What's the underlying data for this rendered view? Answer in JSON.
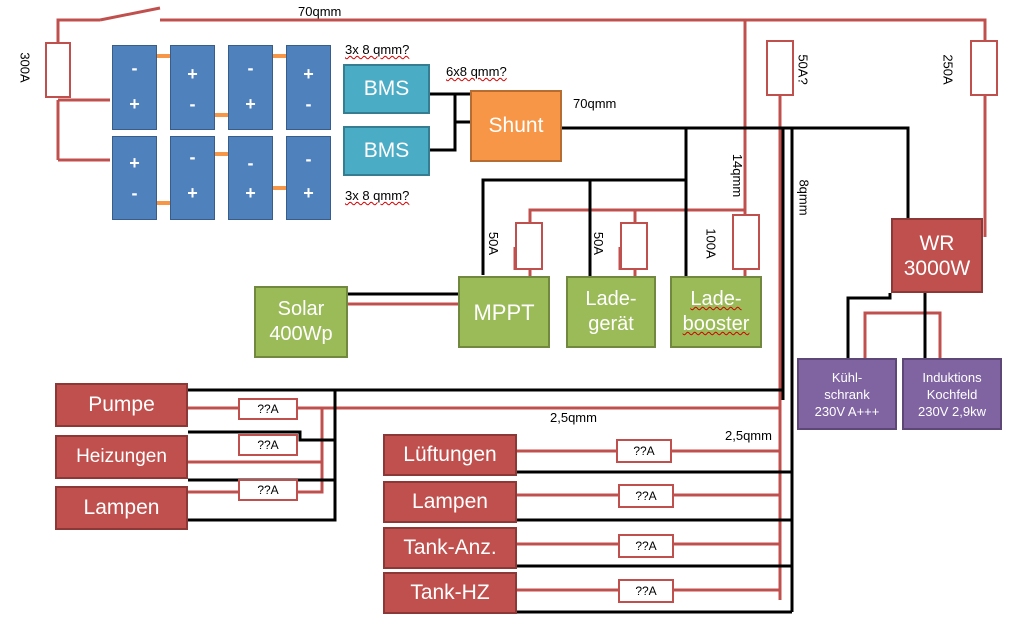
{
  "modules": {
    "bms_top": "BMS",
    "bms_bottom": "BMS",
    "shunt": "Shunt",
    "solar": "Solar\n400Wp",
    "mppt": "MPPT",
    "ladegeraet": "Lade-\ngerät",
    "ladebooster": "Lade-\nbooster",
    "wr": "WR\n3000W"
  },
  "battery_cells": {
    "top_row": [
      [
        "-",
        "+"
      ],
      [
        "+",
        "-"
      ],
      [
        "-",
        "+"
      ],
      [
        "+",
        "-"
      ]
    ],
    "bottom_row": [
      [
        "+",
        "-"
      ],
      [
        "-",
        "+"
      ],
      [
        "-",
        "+"
      ],
      [
        "-",
        "+"
      ]
    ]
  },
  "consumers_230v": [
    {
      "name": "Kühl-\nschrank\n230V A+++"
    },
    {
      "name": "Induktions\nKochfeld\n230V 2,9kw"
    }
  ],
  "consumers_left": [
    "Pumpe",
    "Heizungen",
    "Lampen"
  ],
  "consumers_right": [
    "Lüftungen",
    "Lampen",
    "Tank-Anz.",
    "Tank-HZ"
  ],
  "fuse_left": [
    "??A",
    "??A",
    "??A"
  ],
  "fuse_right": [
    "??A",
    "??A",
    "??A",
    "??A"
  ],
  "labels": {
    "top_cable": "70qmm",
    "main_fuse": "300A",
    "bms_cable_top": "3x 8 qmm?",
    "bms_cable_bottom": "3x 8 qmm?",
    "shunt_cable_in": "6x8 qmm?",
    "shunt_cable_out": "70qmm",
    "fuse_50a_q": "50A?",
    "fuse_250a": "250A",
    "cable_14qmm": "14qmm",
    "cable_8qmm": "8qmm",
    "fuse_mppt": "50A",
    "fuse_lade": "50A",
    "fuse_booster": "100A",
    "cable_2_5_left": "2,5qmm",
    "cable_2_5_right": "2,5qmm"
  },
  "colors": {
    "wire_positive": "#c0504d",
    "wire_negative": "#000000",
    "battery": "#4f81bd",
    "bms": "#4bacc6",
    "shunt": "#f79646",
    "charger": "#9bbb59",
    "consumer": "#c0504d",
    "ac_consumer": "#8064a2",
    "cell_link": "#f79646"
  }
}
